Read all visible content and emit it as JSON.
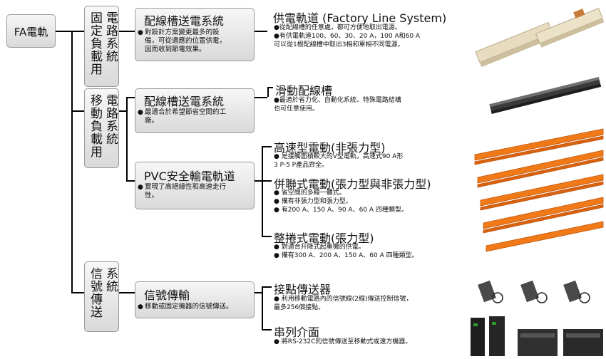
{
  "root": {
    "label": "FA電軌"
  },
  "categories": [
    {
      "col1": "固定負載用",
      "col2": "電路系統"
    },
    {
      "col1": "移動負載用",
      "col2": "電路系統"
    },
    {
      "col1": "信號傳送",
      "col2": "系統"
    }
  ],
  "mid_boxes": [
    {
      "title": "配線槽送電系統",
      "desc": [
        "對設計方案變更最多的設",
        "備，可從適應的位置供電，",
        "因而收到節電效果。"
      ]
    },
    {
      "title": "配線槽送電系統",
      "desc": [
        "最適合於希望節省空間的工",
        "廠。"
      ]
    },
    {
      "title": "PVC安全輸電軌道",
      "desc": [
        "實現了高絕緣性和高速走行",
        "性。"
      ]
    },
    {
      "title": "信號傳輸",
      "desc": [
        "移動或固定機器的信號傳送。"
      ]
    }
  ],
  "products": [
    {
      "title": "供電軌道 (Factory Line System)",
      "lines": [
        "●從配線槽的任意處，都可方便地取出電源。",
        "●有供電軌道100、60、30、20 A，100 A和60 A",
        "   可以從1根配線槽中取出3相和單相不同電源。"
      ]
    },
    {
      "title": "滑動配線槽",
      "lines": [
        "●最適於省力化、自動化系統、特殊電路結構",
        "   也可任意使用。"
      ]
    },
    {
      "title": "高速型電動(非張力型)",
      "lines": [
        "● 是接觸面積較大的V型電軌，高速式90 A形",
        "   3 P-5 P產品齊全。"
      ]
    },
    {
      "title": "併聯式電動(張力型與非張力型)",
      "lines": [
        "● 省空間的多線一體式。",
        "● 備有非張力型和張力型。",
        "● 有200 A、150 A、90 A、60 A 四種類型。"
      ]
    },
    {
      "title": "整捲式電動(張力型)",
      "lines": [
        "● 對適合升降式起重機的供電。",
        "● 備有300 A、200 A、150 A、60 A 四種類型。"
      ]
    },
    {
      "title": "接點傳送器",
      "lines": [
        "● 利用移動電路內的信號線(2線)傳送控制信號，",
        "   最多256個接點。"
      ]
    },
    {
      "title": "串列介面",
      "lines": [
        "● 將RS-232C的信號傳送至移動式或遠方機器。"
      ]
    }
  ],
  "bullet": "●",
  "colors": {
    "box_fill_top": "#f7f7f7",
    "box_fill_bottom": "#d9d9d9",
    "box_border": "#9a9a9a",
    "rail_orange": "#f07a18",
    "rail_dark": "#333333",
    "rail_beige": "#e8dcc0"
  },
  "icons": [
    "beige-track-image",
    "dark-rail-image",
    "orange-rail-image",
    "signal-transmitter-image",
    "serial-interface-image"
  ]
}
